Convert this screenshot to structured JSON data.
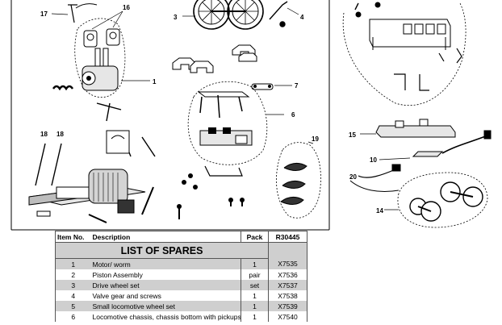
{
  "diagram": {
    "callouts": {
      "c1": "1",
      "c3": "3",
      "c4": "4",
      "c6": "6",
      "c7": "7",
      "c10": "10",
      "c14": "14",
      "c15": "15",
      "c16": "16",
      "c17": "17",
      "c18a": "18",
      "c18b": "18",
      "c19": "19",
      "c20": "20"
    }
  },
  "spares": {
    "title": "LIST OF SPARES",
    "headers": {
      "item": "Item No.",
      "description": "Description",
      "pack": "Pack",
      "code": "R30445"
    },
    "rows": [
      {
        "item": "1",
        "description": "Motor/ worm",
        "pack": "1",
        "code": "X7535"
      },
      {
        "item": "2",
        "description": "Piston Assembly",
        "pack": "pair",
        "code": "X7536"
      },
      {
        "item": "3",
        "description": "Drive wheel set",
        "pack": "set",
        "code": "X7537"
      },
      {
        "item": "4",
        "description": "Valve gear and screws",
        "pack": "1",
        "code": "X7538"
      },
      {
        "item": "5",
        "description": "Small locomotive wheel set",
        "pack": "1",
        "code": "X7539"
      },
      {
        "item": "6",
        "description": "Locomotive chassis, chassis bottom with pickups",
        "pack": "1",
        "code": "X7540"
      }
    ]
  }
}
